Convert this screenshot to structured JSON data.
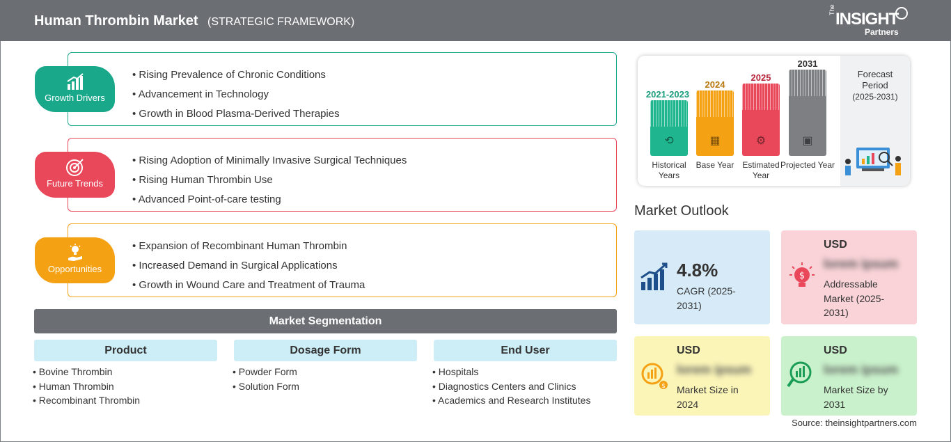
{
  "header": {
    "title": "Human Thrombin Market",
    "subtitle": "(STRATEGIC FRAMEWORK)",
    "logo": {
      "the": "The",
      "insight": "INSIGHT",
      "partners": "Partners"
    }
  },
  "framework": [
    {
      "label": "Growth Drivers",
      "color": "#1aa88b",
      "icon": "growth-chart-icon",
      "items": [
        "Rising Prevalence of Chronic Conditions",
        "Advancement in Technology",
        "Growth in Blood Plasma-Derived Therapies"
      ]
    },
    {
      "label": "Future Trends",
      "color": "#e8485a",
      "icon": "target-icon",
      "items": [
        "Rising Adoption of Minimally Invasive Surgical Techniques",
        "Rising Human Thrombin Use",
        "Advanced Point-of-care testing"
      ]
    },
    {
      "label": "Opportunities",
      "color": "#f5a114",
      "icon": "lightbulb-hand-icon",
      "items": [
        "Expansion of Recombinant Human Thrombin",
        "Increased Demand in Surgical Applications",
        "Growth in Wound Care and Treatment of Trauma"
      ]
    }
  ],
  "segmentation": {
    "title": "Market Segmentation",
    "columns": [
      {
        "head": "Product",
        "items": [
          "Bovine Thrombin",
          "Human Thrombin",
          "Recombinant Thrombin"
        ]
      },
      {
        "head": "Dosage Form",
        "items": [
          "Powder Form",
          "Solution Form"
        ]
      },
      {
        "head": "End User",
        "items": [
          "Hospitals",
          "Diagnostics Centers and Clinics",
          "Academics and Research Institutes"
        ]
      }
    ]
  },
  "timeline": {
    "bars": [
      {
        "year": "2021-2023",
        "label": "Historical Years",
        "color": "#1fb58f",
        "year_color": "#1a9d7c"
      },
      {
        "year": "2024",
        "label": "Base Year",
        "color": "#f5a114",
        "year_color": "#b8780e"
      },
      {
        "year": "2025",
        "label": "Estimated Year",
        "color": "#e8485a",
        "year_color": "#b8253a"
      },
      {
        "year": "2031",
        "label": "Projected Year",
        "color": "#7d7f82",
        "year_color": "#333333"
      }
    ],
    "forecast_label": "Forecast Period",
    "forecast_range": "(2025-2031)"
  },
  "outlook": {
    "title": "Market Outlook",
    "cagr": {
      "value": "4.8%",
      "label": "CAGR (2025-2031)",
      "color": "#d6eaf7"
    },
    "addressable": {
      "usd": "USD",
      "value": "lorem ipsum",
      "label": "Addressable Market (2025-2031)",
      "color": "#f9d3d8"
    },
    "size_2024": {
      "usd": "USD",
      "value": "lorem ipsum",
      "label": "Market Size in 2024",
      "color": "#fbf5b8"
    },
    "size_2031": {
      "usd": "USD",
      "value": "lorem ipsum",
      "label": "Market Size by 2031",
      "color": "#c9f1cb"
    }
  },
  "source": "Source: theinsightpartners.com"
}
